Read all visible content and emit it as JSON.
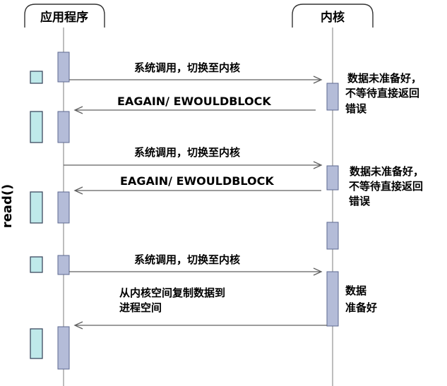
{
  "participants": {
    "app": "应用程序",
    "kernel": "内核"
  },
  "side_label": "read()",
  "messages": {
    "syscall_1": "系统调用，切换至内核",
    "error_1": "EAGAIN/ EWOULDBLOCK",
    "syscall_2": "系统调用，切换至内核",
    "error_2": "EAGAIN/ EWOULDBLOCK",
    "syscall_3": "系统调用，切换至内核",
    "copy_line1": "从内核空间复制数据到",
    "copy_line2": "进程空间"
  },
  "kernel_notes": {
    "not_ready_1": [
      "数据未准备好，",
      "不等待直接返回",
      "错误"
    ],
    "not_ready_2": [
      "数据未准备好，",
      "不等待直接返回",
      "错误"
    ],
    "ready": [
      "数据",
      "准备好"
    ]
  }
}
